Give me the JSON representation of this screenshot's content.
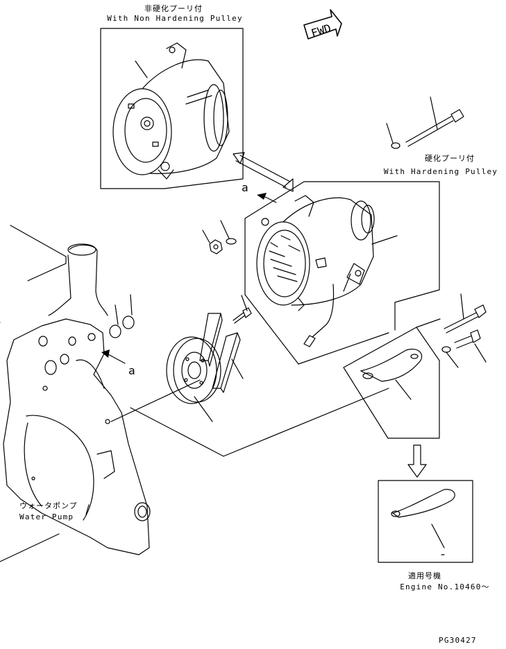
{
  "labels": {
    "non_hardening_jp": "非硬化プーリ付",
    "non_hardening_en": "With Non Hardening Pulley",
    "hardening_jp": "硬化プーリ付",
    "hardening_en": "With Hardening Pulley",
    "fwd": "FWD",
    "water_pump_jp": "ウォータポンプ",
    "water_pump_en": "Water Pump",
    "applicable_jp": "適用号機",
    "engine_serial": "Engine No.10460～",
    "drawing_code": "PG30427",
    "ref_a_top": "a",
    "ref_a_left": "a"
  },
  "icons": [
    "fwd-arrow-icon",
    "down-arrow-icon",
    "double-arrow-icon"
  ]
}
